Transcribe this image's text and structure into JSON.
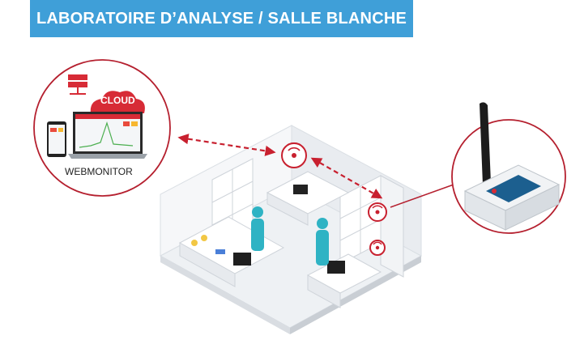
{
  "header": {
    "title": "LABORATOIRE D’ANALYSE / SALLE BLANCHE"
  },
  "cloud": {
    "label": "CLOUD"
  },
  "monitor": {
    "label": "WEBMONITOR"
  },
  "colors": {
    "accent": "#c8202f",
    "banner": "#3f9fd8"
  }
}
